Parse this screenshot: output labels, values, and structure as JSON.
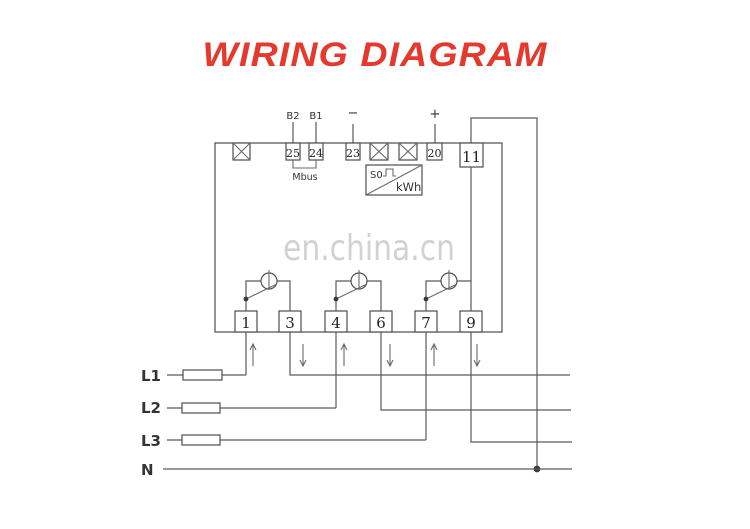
{
  "title": "WIRING DIAGRAM",
  "watermark": "en.china.cn",
  "terminal_tags": {
    "b2": "B2",
    "b1": "B1",
    "minus": "−",
    "plus": "+"
  },
  "top_terminals": [
    "25",
    "24",
    "23",
    "20",
    "11"
  ],
  "mbus_label": "Mbus",
  "pulse_output": {
    "s0": "S0",
    "kwh": "kWh"
  },
  "bottom_terminals": [
    "1",
    "3",
    "4",
    "6",
    "7",
    "9"
  ],
  "supply_lines": [
    "L1",
    "L2",
    "L3",
    "N"
  ],
  "colors": {
    "title_red": "#e4392c",
    "wire_gray": "#5a5a5a",
    "watermark_gray": "#cbcbcb",
    "background": "#ffffff"
  }
}
